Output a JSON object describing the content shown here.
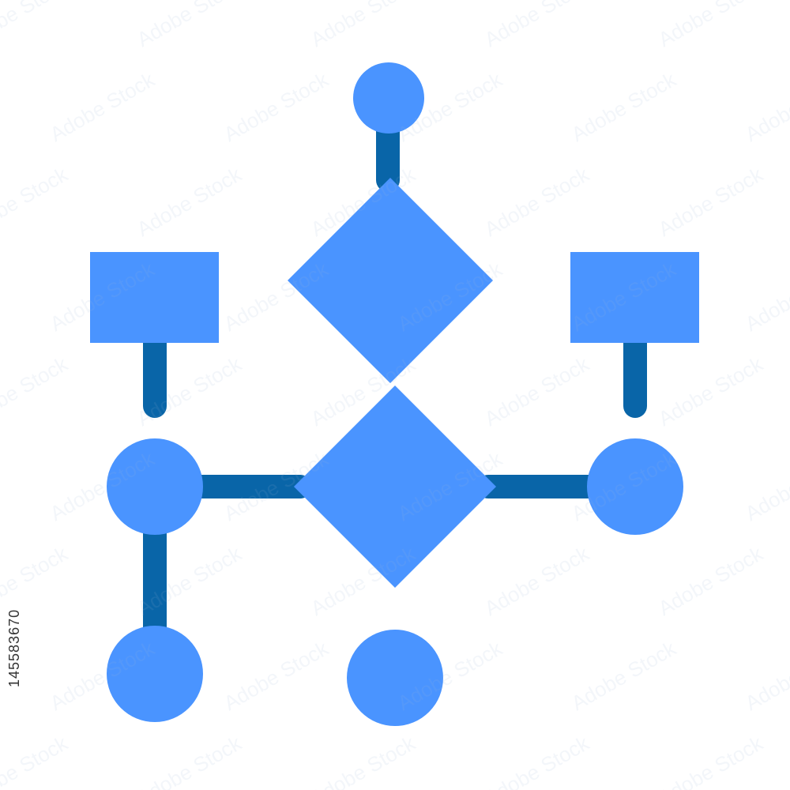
{
  "diagram": {
    "colors": {
      "node_fill": "#4a94ff",
      "connector": "#0965a8",
      "background": "#ffffff"
    },
    "nodes": [
      {
        "id": "top-circle",
        "shape": "circle"
      },
      {
        "id": "upper-diamond",
        "shape": "diamond"
      },
      {
        "id": "left-rectangle",
        "shape": "rectangle"
      },
      {
        "id": "right-rectangle",
        "shape": "rectangle"
      },
      {
        "id": "lower-diamond",
        "shape": "diamond"
      },
      {
        "id": "left-middle-circle",
        "shape": "circle"
      },
      {
        "id": "right-middle-circle",
        "shape": "circle"
      },
      {
        "id": "bottom-left-circle",
        "shape": "circle"
      },
      {
        "id": "bottom-center-circle",
        "shape": "circle"
      }
    ],
    "connectors": [
      {
        "from": "top-circle",
        "to": "upper-diamond"
      },
      {
        "from": "left-rectangle",
        "to": "left-middle-circle"
      },
      {
        "from": "right-rectangle",
        "to": "right-middle-circle"
      },
      {
        "from": "left-middle-circle",
        "to": "lower-diamond"
      },
      {
        "from": "lower-diamond",
        "to": "right-middle-circle"
      },
      {
        "from": "left-middle-circle",
        "to": "bottom-left-circle"
      }
    ]
  },
  "watermark": {
    "image_id": "145583670",
    "stock_text": "Adobe Stock"
  }
}
